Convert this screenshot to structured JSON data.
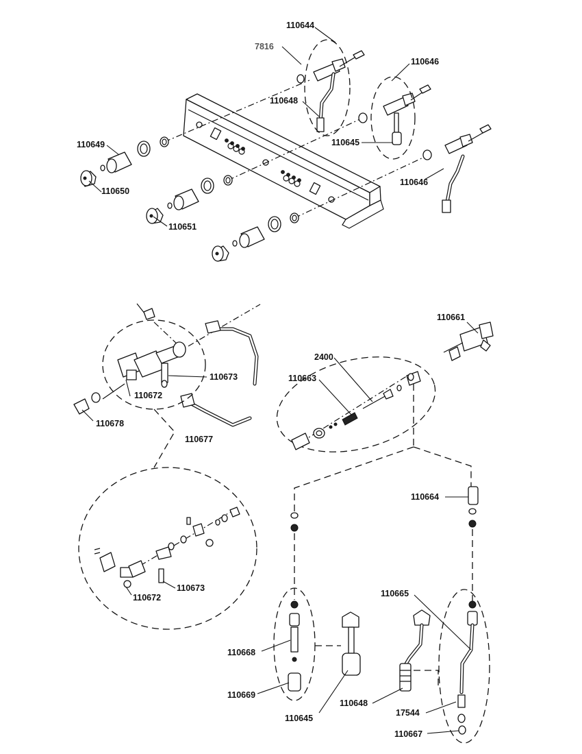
{
  "callouts": {
    "c110644": "110644",
    "c7816": "7816",
    "c110646_top": "110646",
    "c110648_top": "110648",
    "c110649": "110649",
    "c110645_top": "110645",
    "c110646_right": "110646",
    "c110650": "110650",
    "c110651": "110651",
    "c110661": "110661",
    "c2400": "2400",
    "c110663": "110663",
    "c110673_top": "110673",
    "c110672_top": "110672",
    "c110678": "110678",
    "c110677": "110677",
    "c110664": "110664",
    "c110673_bottom": "110673",
    "c110672_bottom": "110672",
    "c110665": "110665",
    "c110668": "110668",
    "c110669": "110669",
    "c110645_bottom": "110645",
    "c110648_bottom": "110648",
    "c17544": "17544",
    "c110667": "110667"
  }
}
